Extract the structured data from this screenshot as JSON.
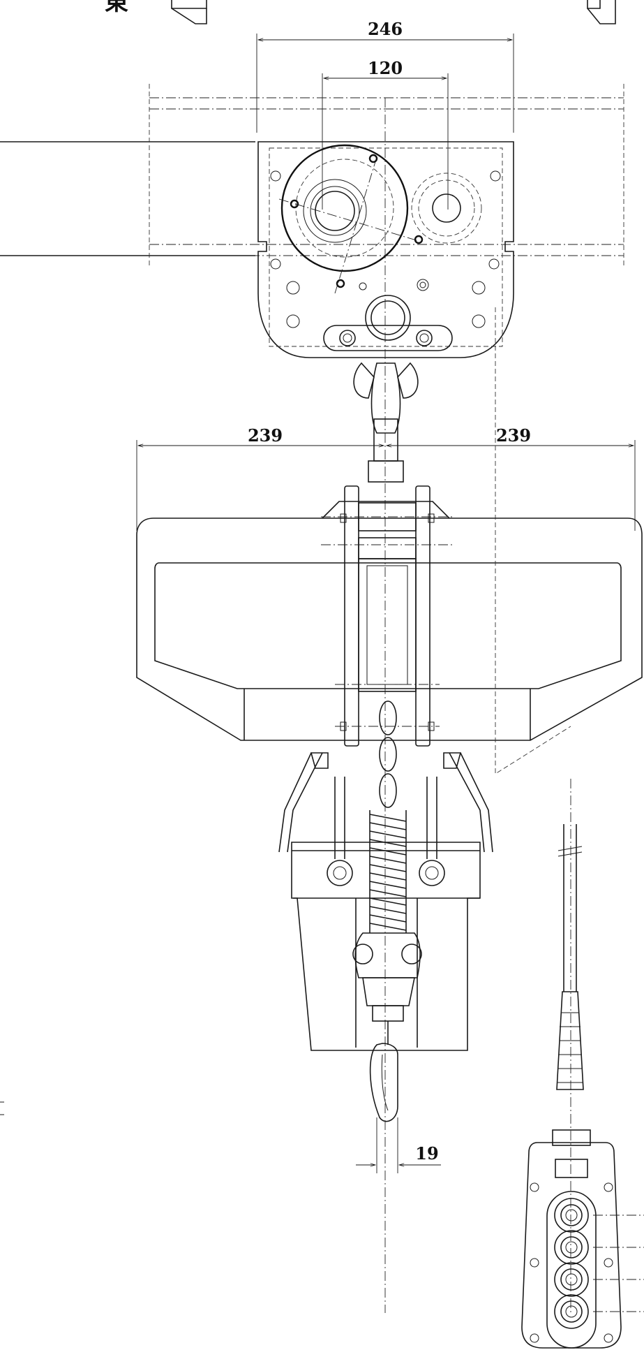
{
  "drawing": {
    "corner_label": "東",
    "dimensions": {
      "top_width": "246",
      "wheel_spacing": "120",
      "left_half_width": "239",
      "right_half_width": "239",
      "hook_width": "19"
    }
  },
  "colors": {
    "line": "#1a1a1a",
    "background": "#ffffff"
  }
}
